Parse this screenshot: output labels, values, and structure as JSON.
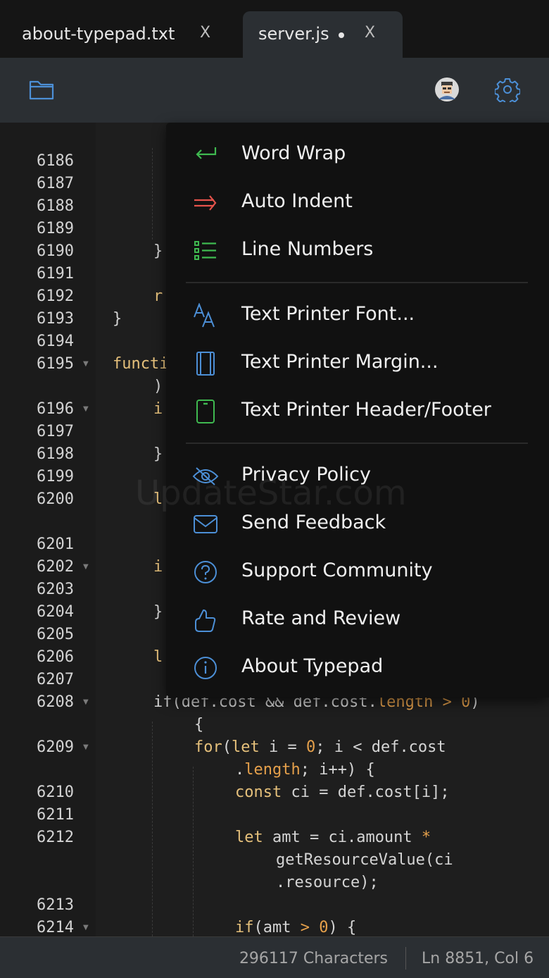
{
  "tabs": [
    {
      "title": "about-typepad.txt",
      "close": "X"
    },
    {
      "title": "server.js",
      "close": "X"
    }
  ],
  "toolbar": {
    "folder_icon": "folder-icon",
    "avatar_icon": "avatar-icon",
    "settings_icon": "gear-icon"
  },
  "gutter": {
    "lines": [
      "6186",
      "6187",
      "6188",
      "6189",
      "6190",
      "6191",
      "6192",
      "6193",
      "6194",
      "6195",
      "6196",
      "6197",
      "6198",
      "6199",
      "6200",
      "6201",
      "6202",
      "6203",
      "6204",
      "6205",
      "6206",
      "6207",
      "6208",
      "6209",
      "6210",
      "6211",
      "6212",
      "6213",
      "6214"
    ]
  },
  "code": {
    "brace_6190": "}",
    "frag_6192": "r",
    "brace_6193": "}",
    "frag_6195": "functi",
    "paren_6195": ")",
    "frag_6196": "i",
    "brace_6198": "}",
    "frag_6200": "l",
    "frag_6202": "i",
    "brace_6204": "}",
    "frag_6206": "l",
    "line_6208_a": "if(def.cost && def.cost.",
    "line_6208_b": "length",
    "line_6208_c": " > ",
    "line_6208_d": "0",
    "line_6208_e": ")",
    "line_6208_wrap": "{",
    "line_6209_kw": "for",
    "line_6209_a": "(",
    "line_6209_kw2": "let",
    "line_6209_b": " i = ",
    "line_6209_num": "0",
    "line_6209_c": "; i < def.cost",
    "line_6209_wrap_a": ".",
    "line_6209_wrap_kw": "length",
    "line_6209_wrap_b": "; i++) {",
    "line_6210_kw": "const",
    "line_6210_a": " ci = def.cost[i];",
    "line_6212_kw": "let",
    "line_6212_a": " amt = ci.amount ",
    "line_6212_op": "*",
    "line_6212_wrap1": "getResourceValue(ci",
    "line_6212_wrap2": ".resource);",
    "line_6214_kw": "if",
    "line_6214_a": "(amt ",
    "line_6214_op": ">",
    "line_6214_b": " ",
    "line_6214_num": "0",
    "line_6214_c": ") {"
  },
  "watermark": "UpdateStar.com",
  "menu": {
    "items": [
      {
        "label": "Word Wrap",
        "icon": "word-wrap-icon",
        "color": "#3fb950"
      },
      {
        "label": "Auto Indent",
        "icon": "auto-indent-icon",
        "color": "#e5534b"
      },
      {
        "label": "Line Numbers",
        "icon": "line-numbers-icon",
        "color": "#3fb950"
      },
      {
        "label": "Text Printer Font...",
        "icon": "font-icon",
        "color": "#4c8fd6"
      },
      {
        "label": "Text Printer Margin...",
        "icon": "margin-icon",
        "color": "#4c8fd6"
      },
      {
        "label": "Text Printer Header/Footer",
        "icon": "header-footer-icon",
        "color": "#3fb950"
      },
      {
        "label": "Privacy Policy",
        "icon": "eye-off-icon",
        "color": "#4c8fd6"
      },
      {
        "label": "Send Feedback",
        "icon": "mail-icon",
        "color": "#4c8fd6"
      },
      {
        "label": "Support Community",
        "icon": "help-icon",
        "color": "#4c8fd6"
      },
      {
        "label": "Rate and Review",
        "icon": "thumbs-up-icon",
        "color": "#4c8fd6"
      },
      {
        "label": "About Typepad",
        "icon": "info-icon",
        "color": "#4c8fd6"
      }
    ]
  },
  "status": {
    "characters": "296117 Characters",
    "position": "Ln 8851, Col 6"
  }
}
